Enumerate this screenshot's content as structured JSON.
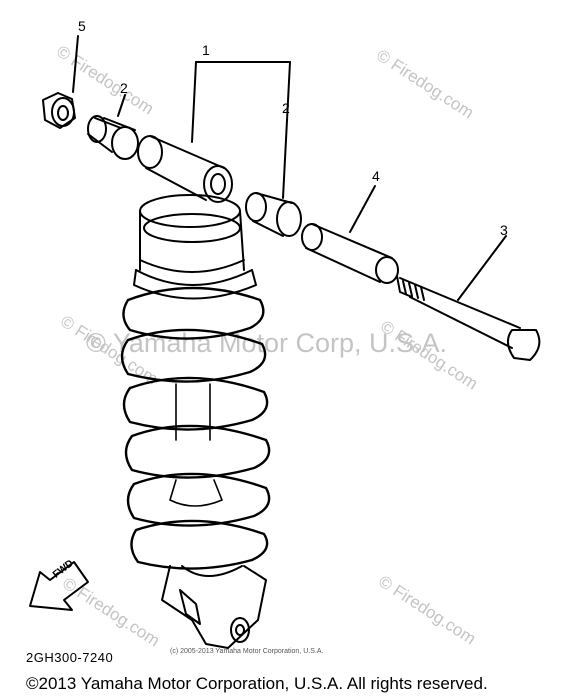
{
  "watermarks": {
    "main": "© Yamaha Motor Corp, U.S.A.",
    "firedog": "© Firedog.com"
  },
  "callouts": {
    "c1": "1",
    "c2a": "2",
    "c2b": "2",
    "c3": "3",
    "c4": "4",
    "c5": "5"
  },
  "fwd_label": "FWD",
  "part_code": "2GH300-7240",
  "small_copyright": "(c) 2005-2013 Yamaha Motor Corporation, U.S.A.",
  "bottom_copyright": "©2013 Yamaha Motor Corporation, U.S.A. All rights reserved.",
  "colors": {
    "line": "#000000",
    "watermark": "#c4c4c4",
    "background": "#ffffff"
  }
}
